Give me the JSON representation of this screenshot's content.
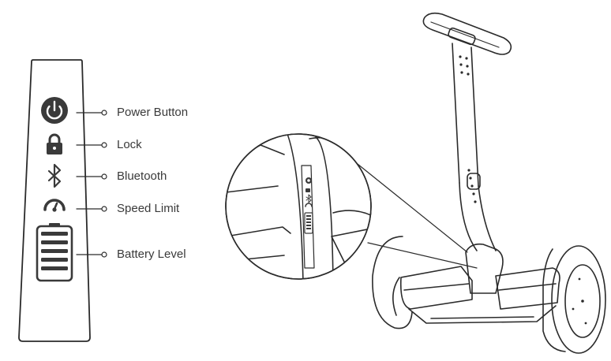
{
  "panel": {
    "items": [
      {
        "key": "power",
        "label": "Power Button",
        "icon": "power-icon"
      },
      {
        "key": "lock",
        "label": "Lock",
        "icon": "lock-icon"
      },
      {
        "key": "bluetooth",
        "label": "Bluetooth",
        "icon": "bluetooth-icon"
      },
      {
        "key": "speed",
        "label": "Speed Limit",
        "icon": "speedometer-icon"
      },
      {
        "key": "battery",
        "label": "Battery Level",
        "icon": "battery-icon"
      }
    ]
  },
  "colors": {
    "line": "#2b2b2b",
    "icon": "#3a3a3a",
    "text": "#3a3a3a"
  }
}
